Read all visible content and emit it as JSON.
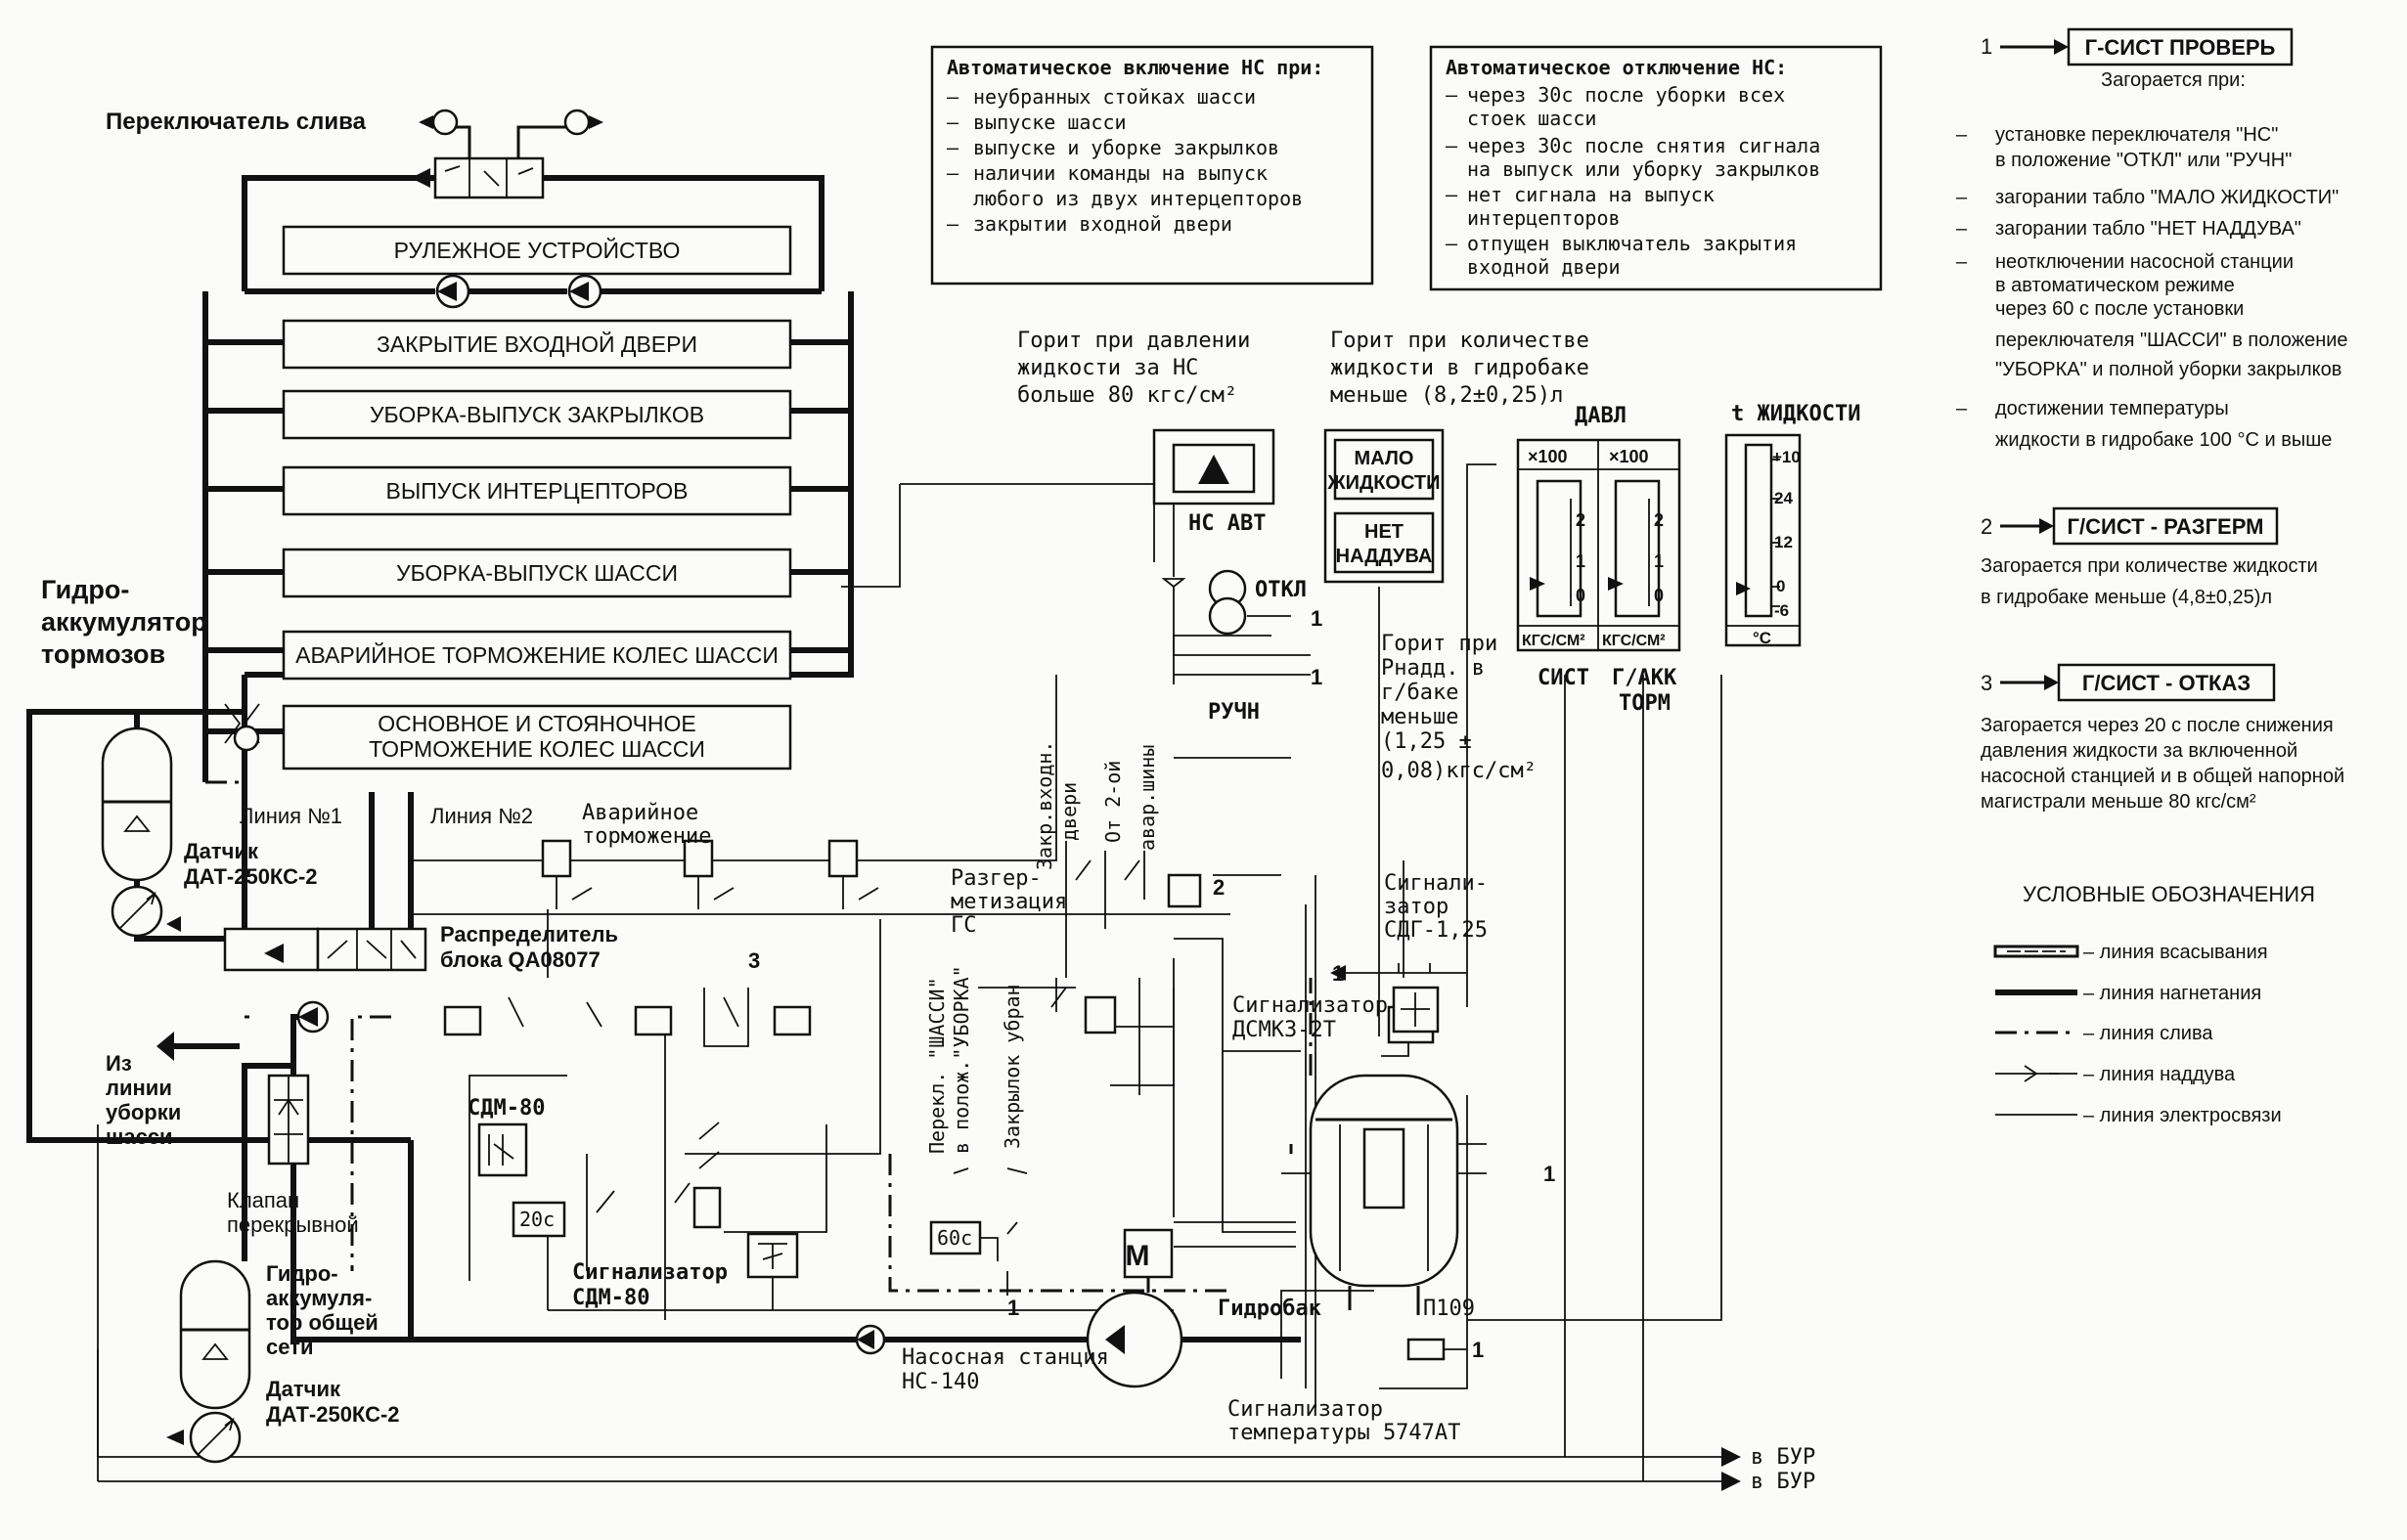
{
  "diagram": {
    "drain_switch": "Переключатель слива",
    "consumers": [
      "РУЛЕЖНОЕ УСТРОЙСТВО",
      "ЗАКРЫТИЕ ВХОДНОЙ ДВЕРИ",
      "УБОРКА-ВЫПУСК ЗАКРЫЛКОВ",
      "ВЫПУСК ИНТЕРЦЕПТОРОВ",
      "УБОРКА-ВЫПУСК ШАССИ",
      "АВАРИЙНОЕ ТОРМОЖЕНИЕ КОЛЕС ШАССИ"
    ],
    "consumer_brakes": [
      "ОСНОВНОЕ И СТОЯНОЧНОЕ",
      "ТОРМОЖЕНИЕ КОЛЕС ШАССИ"
    ],
    "accumulator_brakes": [
      "Гидро-",
      "аккумулятор",
      "тормозов"
    ],
    "line1": "Линия №1",
    "line2": "Линия №2",
    "sensor_dat_top": [
      "Датчик",
      "ДАТ-250КС-2"
    ],
    "sensor_dat_bottom": [
      "Датчик",
      "ДАТ-250КС-2"
    ],
    "distributor": [
      "Распределитель",
      "блока QA08077"
    ],
    "from_gear_retraction": [
      "Из",
      "линии",
      "уборки",
      "шасси"
    ],
    "sdm80_top": "СДМ-80",
    "valve_shutoff": [
      "Клапан",
      "перекрывной"
    ],
    "accumulator_common": [
      "Гидро-",
      "аккумуля-",
      "тор общей",
      "сети"
    ],
    "timer_20": "20с",
    "timer_60": "60с",
    "signaler_sdm80": [
      "Сигнализатор",
      "СДМ-80"
    ],
    "emergency_braking": [
      "Аварийное",
      "торможение"
    ],
    "depressurization": [
      "Разгер-",
      "метизация",
      "ГС"
    ],
    "door_close": [
      "Закр.входн.",
      "двери"
    ],
    "from_2oh": "От 2-ой",
    "emerg_bus": "авар.шины",
    "gear_switch": [
      "Перекл. \"ШАССИ\"",
      "в полож.\"УБОРКА\""
    ],
    "flaps_up": "Закрылок убран",
    "motor": "М",
    "pump_station": [
      "Насосная станция",
      "НС-140"
    ],
    "tank": "Гидробак",
    "p109": "П109",
    "temp_signaler": [
      "Сигнализатор",
      "температуры  5747АТ"
    ],
    "dsmk_signaler": [
      "Сигнализатор",
      "ДСМК3-2Т"
    ],
    "sdg_signaler": [
      "Сигнали-",
      "затор",
      "СДГ-1,25"
    ],
    "to_bur_1": "в  БУР",
    "to_bur_2": "в  БУР",
    "ns_avt": "НС АВТ",
    "otkl": "ОТКЛ",
    "ruchn": "РУЧН",
    "lamp_pressure_note": [
      "Горит при давлении",
      "жидкости за НС",
      "больше 80 кгс/см²"
    ],
    "lamp_quantity_note": [
      "Горит при количестве",
      "жидкости в гидробаке",
      "меньше (8,2±0,25)л"
    ],
    "low_fluid": [
      "МАЛО",
      "ЖИДКОСТИ"
    ],
    "no_boost": [
      "НЕТ",
      "НАДДУВА"
    ],
    "boost_note": [
      "Горит при",
      "Рнадд. в",
      "г/баке",
      "меньше",
      "(1,25 ±",
      "0,08)кгс/см²"
    ],
    "gauge_pressure_title": "ДАВЛ",
    "gauge_x100_left": "×100",
    "gauge_x100_right": "×100",
    "gauge_ticks_left": [
      "2",
      "1",
      "0"
    ],
    "gauge_ticks_right": [
      "2",
      "1",
      "0"
    ],
    "gauge_unit_left": "КГС/СМ²",
    "gauge_unit_right": "КГС/СМ²",
    "gauge_label_left": "СИСТ",
    "gauge_label_right": [
      "Г/АКК",
      "ТОРМ"
    ],
    "gauge_temp_title": "t ЖИДКОСТИ",
    "gauge_temp_ticks": [
      "+10",
      "24",
      "12",
      "0",
      "-6"
    ],
    "gauge_temp_unit": "°С",
    "auto_on_title": "Автоматическое включение НС при:",
    "auto_on_items": [
      "неубранных стойках шасси",
      "выпуске шасси",
      "выпуске и уборке закрылков",
      "наличии команды на выпуск",
      "любого из двух интерцепторов",
      "закрытии входной двери"
    ],
    "auto_off_title": "Автоматическое отключение НС:",
    "auto_off_items": [
      "через 30с после уборки всех",
      "стоек шасси",
      "через 30с после снятия сигнала",
      "на выпуск или уборку закрылков",
      "нет сигнала на выпуск",
      "интерцепторов",
      "отпущен   выключатель закрытия",
      "входной двери"
    ],
    "wire_labels": [
      "1",
      "1",
      "1",
      "2",
      "3",
      "1",
      "1",
      "1"
    ]
  },
  "legend_panel": {
    "item1": {
      "num": "1",
      "title": "Г-СИСТ ПРОВЕРЬ",
      "subtitle": "Загорается при:",
      "bullets": [
        "установке переключателя \"НС\"",
        "в положение \"ОТКЛ\" или \"РУЧН\"",
        "загорании табло \"МАЛО ЖИДКОСТИ\"",
        "загорании табло \"НЕТ НАДДУВА\"",
        "неотключении насосной станции",
        "в автоматическом режиме",
        "через 60 с после установки",
        "переключателя \"ШАССИ\" в положение",
        "\"УБОРКА\" и полной уборки закрылков",
        "достижении температуры",
        "жидкости в гидробаке 100 °С и выше"
      ]
    },
    "item2": {
      "num": "2",
      "title": "Г/СИСТ - РАЗГЕРМ",
      "lines": [
        "Загорается при количестве жидкости",
        "в гидробаке меньше (4,8±0,25)л"
      ]
    },
    "item3": {
      "num": "3",
      "title": "Г/СИСТ - ОТКАЗ",
      "lines": [
        "Загорается через 20 с после снижения",
        "давления жидкости за включенной",
        "насосной станцией и в общей напорной",
        "магистрали меньше 80 кгс/см²"
      ]
    },
    "symbols_title": "УСЛОВНЫЕ ОБОЗНАЧЕНИЯ",
    "symbols": [
      "–  линия всасывания",
      "–  линия нагнетания",
      "–  линия слива",
      "–  линия наддува",
      "–  линия электросвязи"
    ]
  }
}
